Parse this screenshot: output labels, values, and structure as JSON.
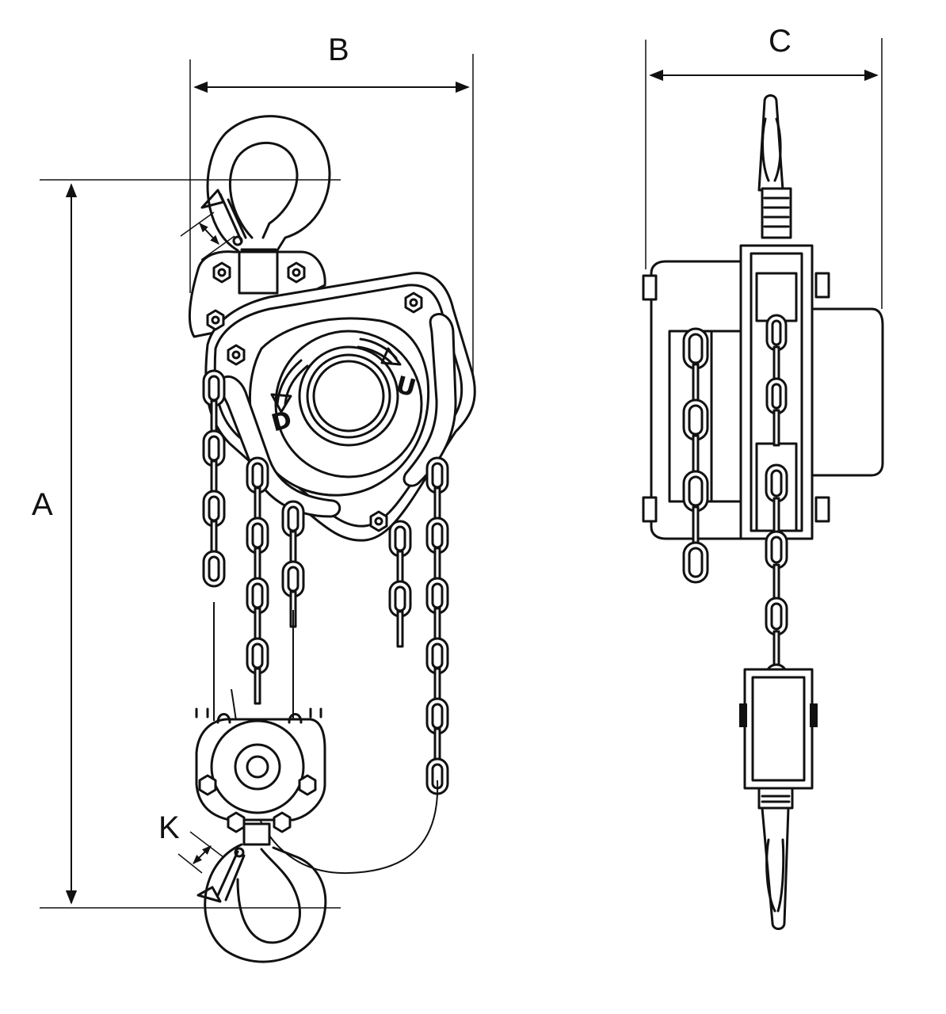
{
  "dimensions": {
    "a_label": "A",
    "b_label": "B",
    "c_label": "C",
    "k_label": "K"
  },
  "wheel": {
    "down_label": "D",
    "up_label": "U"
  }
}
